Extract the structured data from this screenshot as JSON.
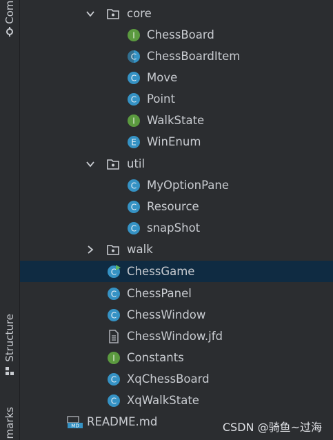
{
  "sidebar": {
    "top_tab": "Comm",
    "structure_tab": "Structure",
    "bottom_tab": "marks"
  },
  "tree": {
    "core": {
      "label": "core",
      "children": [
        "ChessBoard",
        "ChessBoardItem",
        "Move",
        "Point",
        "WalkState",
        "WinEnum"
      ]
    },
    "util": {
      "label": "util",
      "children": [
        "MyOptionPane",
        "Resource",
        "snapShot"
      ]
    },
    "walk": {
      "label": "walk"
    },
    "files": [
      "ChessGame",
      "ChessPanel",
      "ChessWindow",
      "ChessWindow.jfd",
      "Constants",
      "XqChessBoard",
      "XqWalkState"
    ],
    "readme": "README.md",
    "icon_letters": {
      "class": "C",
      "interface": "I",
      "enum": "E",
      "md": "MD"
    }
  },
  "watermark": "CSDN @骑鱼~过海",
  "colors": {
    "background": "#2b2d30",
    "selection": "#0f2b42",
    "class_icon": "#3592c4",
    "interface_icon": "#5b9a3f",
    "enum_icon": "#3592c4"
  }
}
